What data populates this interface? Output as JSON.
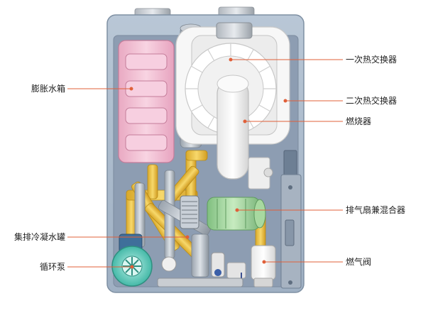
{
  "labels": {
    "primary_exchanger": "一次热交换器",
    "secondary_exchanger": "二次热交换器",
    "burner": "燃烧器",
    "fan_mixer": "排气扇兼混合器",
    "gas_valve": "燃气阀",
    "expansion_tank": "膨胀水箱",
    "condensate_tank": "集排冷凝水罐",
    "pump": "循环泵"
  },
  "colors": {
    "leader_line": "#e0603a",
    "leader_dot": "#e0603a",
    "casing": "#a8b8c8",
    "casing_inner": "#8f9fb4",
    "tank": "#f3c4d6",
    "pipe_yellow": "#f2c94c",
    "fan": "#9bd19b",
    "pump": "#7ed6c8"
  }
}
